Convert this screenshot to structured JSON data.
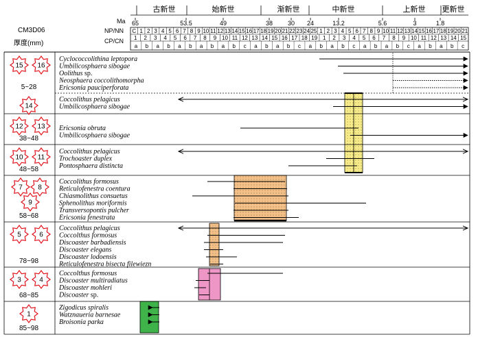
{
  "header": {
    "core": "CM3D06",
    "depth_label": "厚度(mm)",
    "ma_label": "Ma",
    "np_label": "NP/NN",
    "cp_label": "CP/CN"
  },
  "epochs": [
    {
      "name": "古新世"
    },
    {
      "name": "始新世"
    },
    {
      "name": "渐新世"
    },
    {
      "name": "中新世"
    },
    {
      "name": "上新世"
    },
    {
      "name": "更新世"
    }
  ],
  "ma_ticks": [
    "65",
    "53.5",
    "49",
    "38",
    "30",
    "24",
    "13.2",
    "5.6",
    "3",
    "1.8"
  ],
  "np_zones": [
    "C",
    "1",
    "2",
    "3",
    "4",
    "5",
    "6",
    "7",
    "8",
    "9",
    "10",
    "11",
    "12",
    "13",
    "14",
    "15",
    "16",
    "17",
    "18",
    "19",
    "20",
    "21",
    "22",
    "23",
    "24",
    "25",
    "1",
    "2",
    "3",
    "4",
    "5",
    "6",
    "7",
    "8",
    "9",
    "10",
    "11",
    "12",
    "13",
    "14",
    "15",
    "16",
    "17",
    "18",
    "19",
    "20",
    "21"
  ],
  "cp_zones": [
    "1",
    "2",
    "3",
    "4",
    "5",
    "6",
    "7",
    "8",
    "9",
    "10",
    "11",
    "12",
    "13",
    "14",
    "15",
    "16",
    "17",
    "18",
    "19",
    "1",
    "2",
    "3",
    "4",
    "5",
    "6",
    "7",
    "8",
    "9",
    "10",
    "11",
    "12",
    "13",
    "14",
    "15"
  ],
  "cp_sub": [
    "a",
    "b",
    "a",
    "b",
    "a",
    "b",
    "a",
    "b",
    "a",
    "b",
    "c",
    "a",
    "b",
    "a",
    "b",
    "c",
    "a",
    "b",
    "a",
    "b",
    "c",
    "a",
    "b",
    "a",
    "b",
    "c",
    "a",
    "b",
    "a",
    "b",
    "c"
  ],
  "samples": [
    {
      "badges": [
        "15",
        "16"
      ],
      "depth": "5~28",
      "species": [
        {
          "name": "Cyclococcolithina leptopora",
          "start": 465,
          "end": 681,
          "dir": "right",
          "style": "solid"
        },
        {
          "name": "Umbilicosphaera sibogae",
          "start": 492,
          "end": 681,
          "dir": "right",
          "style": "solid"
        },
        {
          "name": "Oolithus",
          "suffix": " sp.",
          "start": 500,
          "end": 681,
          "dir": "right",
          "style": "solid"
        },
        {
          "name": "Neosphaera coccolithomorpha",
          "start": 572,
          "end": 681,
          "dir": "right",
          "style": "dotted"
        },
        {
          "name": "Ericsonia pauciperforata",
          "start": 572,
          "end": 681,
          "dir": "right",
          "style": "dotted"
        }
      ]
    },
    {
      "badges": [
        "14"
      ],
      "depth": "",
      "species": [
        {
          "name": "Coccolithus pelagicus",
          "start": 260,
          "end": 681,
          "dir": "both",
          "style": "solid"
        },
        {
          "name": "Umbilicosphaera sibogae",
          "start": 485,
          "end": 681,
          "dir": "right",
          "style": "solid"
        }
      ]
    },
    {
      "badges": [
        "12",
        "13"
      ],
      "depth": "38~48",
      "species": [
        {
          "name": "Ericsonia obruta",
          "start": 350,
          "end": 522,
          "dir": "none",
          "style": "solid"
        },
        {
          "name": "Umbilicosphaera sibogae",
          "start": 510,
          "end": 681,
          "dir": "right",
          "style": "solid"
        }
      ]
    },
    {
      "badges": [
        "10",
        "11"
      ],
      "depth": "48~58",
      "species": [
        {
          "name": "Coccolithus pelagicus",
          "start": 260,
          "end": 681,
          "dir": "both",
          "style": "solid"
        },
        {
          "name": "Trochoaster duplex",
          "start": 475,
          "end": 545,
          "dir": "none",
          "style": "solid"
        },
        {
          "name": "Pontosphaera distincta",
          "start": 420,
          "end": 520,
          "dir": "none",
          "style": "solid"
        }
      ]
    },
    {
      "badges": [
        "7",
        "8",
        "9"
      ],
      "depth": "58~68",
      "species": [
        {
          "name": "Coccolithus formosus",
          "start": 302,
          "end": 415,
          "dir": "none",
          "style": "solid"
        },
        {
          "name": "Reticulofenestra coentura",
          "start": 340,
          "end": 418,
          "dir": "none",
          "style": "solid"
        },
        {
          "name": "Chiasmolithus consuetus",
          "start": 280,
          "end": 420,
          "dir": "none",
          "style": "solid"
        },
        {
          "name": "Sphenolithus moriformis",
          "start": 342,
          "end": 533,
          "dir": "none",
          "style": "solid"
        },
        {
          "name": "Transversopontis pulcher",
          "start": 340,
          "end": 420,
          "dir": "none",
          "style": "solid"
        },
        {
          "name": "Ericsonia fenestrata",
          "start": 340,
          "end": 435,
          "dir": "none",
          "style": "solid"
        }
      ]
    },
    {
      "badges": [
        "5",
        "6"
      ],
      "depth": "78~98",
      "species": [
        {
          "name": "Coccolithus pelagicus",
          "start": 260,
          "end": 681,
          "dir": "both",
          "style": "solid"
        },
        {
          "name": "Coccolthus formosus",
          "start": 302,
          "end": 415,
          "dir": "none",
          "style": "solid"
        },
        {
          "name": "Discoaster barbadiensis",
          "start": 297,
          "end": 412,
          "dir": "none",
          "style": "solid"
        },
        {
          "name": "Discoaster elegans",
          "start": 297,
          "end": 325,
          "dir": "none",
          "style": "solid"
        },
        {
          "name": "Discoaster lodoensis",
          "start": 300,
          "end": 345,
          "dir": "none",
          "style": "solid"
        },
        {
          "name": "Reticulofenestra bisecta filewiezn",
          "start": 306,
          "end": 325,
          "dir": "none",
          "style": "solid"
        }
      ]
    },
    {
      "badges": [
        "3",
        "4"
      ],
      "depth": "68~85",
      "species": [
        {
          "name": "Coccolthus formosus",
          "start": 302,
          "end": 412,
          "dir": "none",
          "style": "solid"
        },
        {
          "name": "Discoaster multiradiatus",
          "start": 285,
          "end": 305,
          "dir": "none",
          "style": "solid"
        },
        {
          "name": "Discoaster mohleri",
          "start": 283,
          "end": 300,
          "dir": "none",
          "style": "solid"
        },
        {
          "name": "Discoaster",
          "suffix": " sp.",
          "start": 290,
          "end": 305,
          "dir": "none",
          "style": "solid"
        }
      ]
    },
    {
      "badges": [
        "1"
      ],
      "depth": "85~98",
      "species": [
        {
          "name": "Zigodicus spiralis",
          "start": 222,
          "end": 232,
          "dir": "left",
          "style": "solid"
        },
        {
          "name": "Watznaueria barnesae",
          "start": 222,
          "end": 232,
          "dir": "left",
          "style": "solid"
        },
        {
          "name": "Broisonia parka",
          "start": 222,
          "end": 232,
          "dir": "left",
          "style": "solid"
        }
      ]
    }
  ],
  "colors": {
    "yellow": "#f7ec8a",
    "orange": "#f4c08a",
    "pink": "#ee96c6",
    "green": "#3fb34a",
    "line": "#000000"
  }
}
